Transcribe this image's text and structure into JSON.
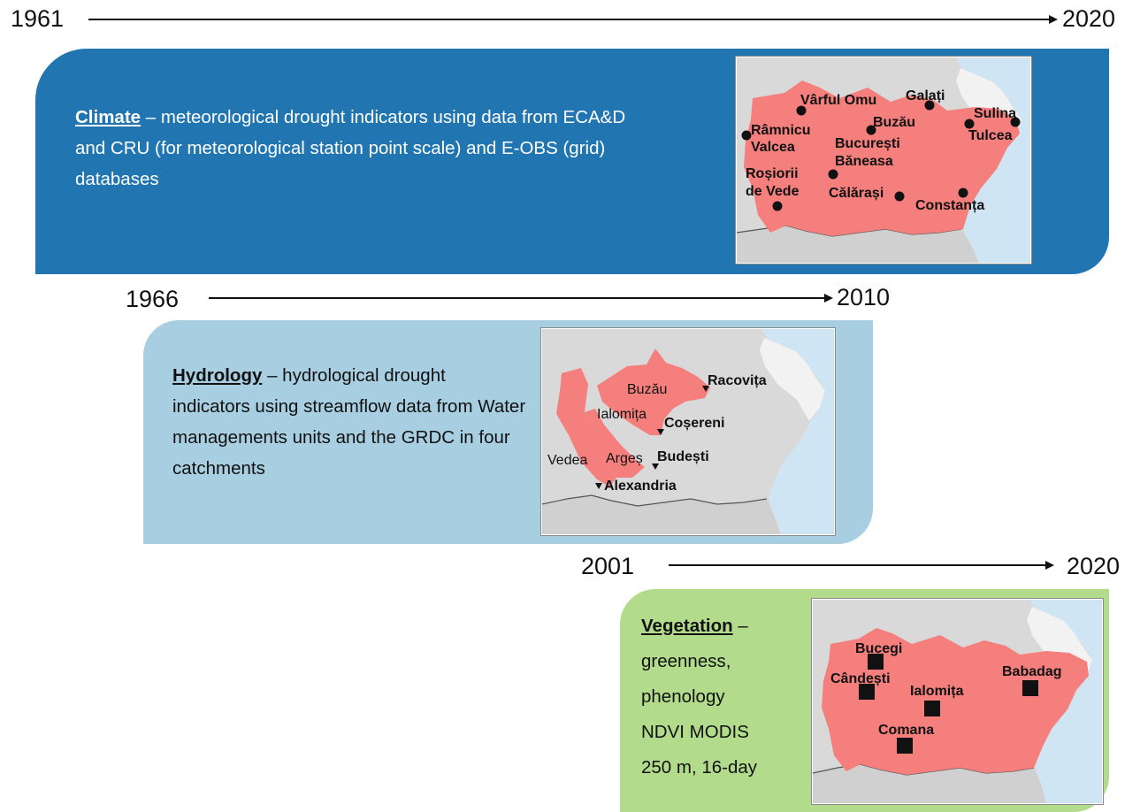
{
  "timeline": {
    "climate": {
      "start": "1961",
      "end": "2020"
    },
    "hydrology": {
      "start": "1966",
      "end": "2010"
    },
    "vegetation": {
      "start": "2001",
      "end": "2020"
    }
  },
  "climate": {
    "heading": "Climate",
    "text": " – meteorological drought indicators using data from ECA&D and CRU (for meteorological station point scale) and E-OBS (grid) databases",
    "stations": [
      "Vârful Omu",
      "Galați",
      "Sulina",
      "Râmnicu",
      "Valcea",
      "Buzău",
      "Tulcea",
      "București",
      "Băneasa",
      "Roșiorii",
      "de Vede",
      "Călărași",
      "Constanța"
    ]
  },
  "hydrology": {
    "heading": "Hydrology",
    "text": " – hydrological drought indicators using streamflow data from Water managements units and the GRDC in four catchments",
    "catchments": [
      "Buzău",
      "Ialomița",
      "Vedea",
      "Argeș"
    ],
    "gauges": [
      "Racovița",
      "Coșereni",
      "Budești",
      "Alexandria"
    ]
  },
  "vegetation": {
    "heading": "Vegetation",
    "dash": " –",
    "lines": [
      "greenness,",
      "phenology",
      "NDVI MODIS",
      "250 m, 16-day"
    ],
    "sites": [
      "Bucegi",
      "Cândești",
      "Babadag",
      "Ialomița",
      "Comana"
    ]
  },
  "colors": {
    "climate_panel": "#2176b1",
    "hydrology_panel": "#a8cfe1",
    "vegetation_panel": "#b2dc8b",
    "region": "#f47f7c",
    "land": "#d9d9d9",
    "sea": "#cfe5f3"
  }
}
